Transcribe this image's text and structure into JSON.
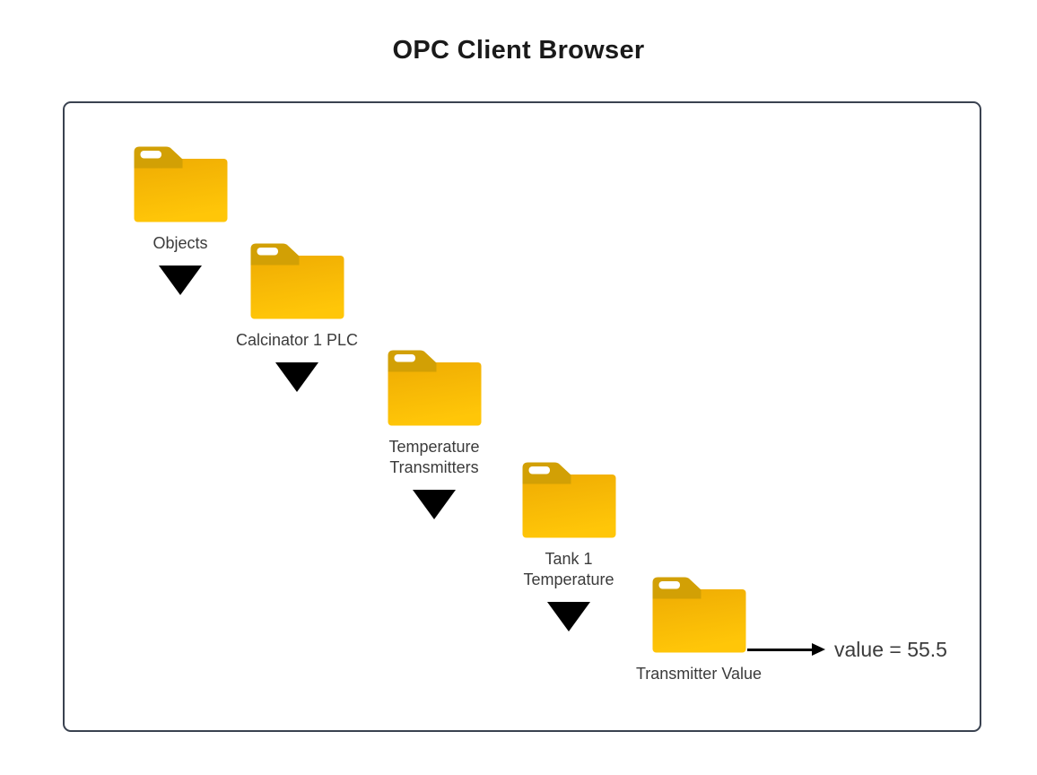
{
  "title": "OPC Client Browser",
  "browser": {
    "nodes": [
      {
        "label": "Objects",
        "icon": "folder-icon",
        "expand_icon": "triangle-down-icon"
      },
      {
        "label": "Calcinator 1 PLC",
        "icon": "folder-icon",
        "expand_icon": "triangle-down-icon"
      },
      {
        "label": "Temperature\nTransmitters",
        "icon": "folder-icon",
        "expand_icon": "triangle-down-icon"
      },
      {
        "label": "Tank 1\nTemperature",
        "icon": "folder-icon",
        "expand_icon": "triangle-down-icon"
      },
      {
        "label": "Transmitter Value",
        "icon": "folder-icon",
        "pointer_icon": "arrow-right-icon"
      }
    ],
    "value_annotation": "value = 55.5"
  },
  "colors": {
    "title_text": "#1a1a1a",
    "label_text": "#3b3b3b",
    "panel_border": "#3a4250",
    "triangle_color": "#000000",
    "folder_tab": "#d2a005",
    "folder_body_top": "#efac03",
    "folder_body_bottom": "#ffc608"
  }
}
